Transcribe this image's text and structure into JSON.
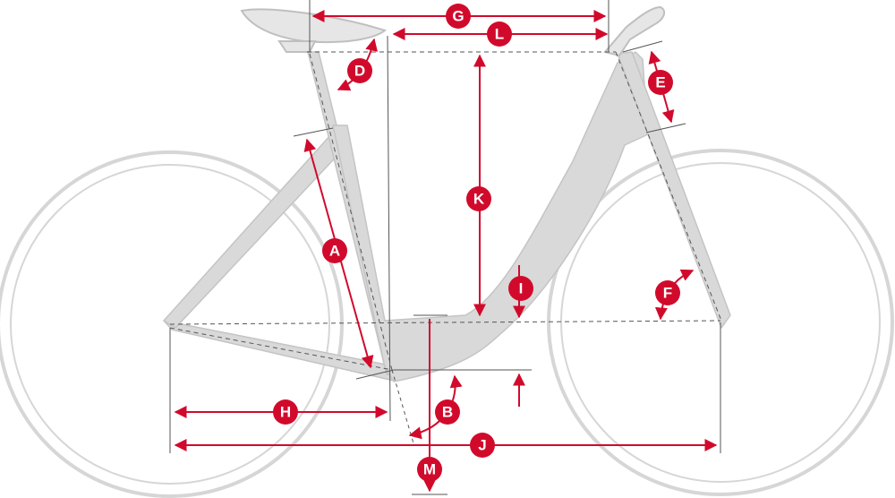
{
  "colors": {
    "accent": "#d10a2c",
    "frame": "#d9d9d9",
    "frame_outline": "#bdbdbd",
    "wheel": "#d0d0d0",
    "guide": "#555555"
  },
  "labels": {
    "A": "A",
    "B": "B",
    "D": "D",
    "E": "E",
    "F": "F",
    "G": "G",
    "H": "H",
    "I": "I",
    "J": "J",
    "K": "K",
    "L": "L",
    "M": "M"
  }
}
